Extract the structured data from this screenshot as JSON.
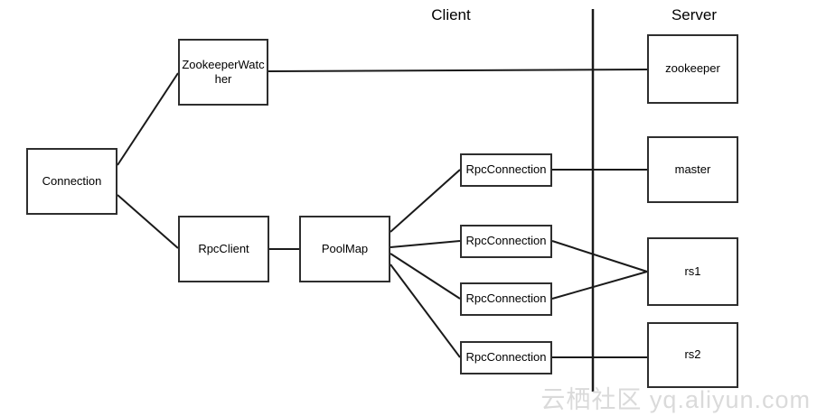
{
  "section_labels": {
    "client": "Client",
    "server": "Server"
  },
  "nodes": {
    "connection": {
      "label": "Connection"
    },
    "zookeeper_watcher": {
      "label": "ZookeeperWatcher"
    },
    "rpc_client": {
      "label": "RpcClient"
    },
    "pool_map": {
      "label": "PoolMap"
    },
    "rpc_connection_1": {
      "label": "RpcConnection"
    },
    "rpc_connection_2": {
      "label": "RpcConnection"
    },
    "rpc_connection_3": {
      "label": "RpcConnection"
    },
    "rpc_connection_4": {
      "label": "RpcConnection"
    },
    "zookeeper": {
      "label": "zookeeper"
    },
    "master": {
      "label": "master"
    },
    "rs1": {
      "label": "rs1"
    },
    "rs2": {
      "label": "rs2"
    }
  },
  "edges": [
    {
      "from": "connection",
      "to": "zookeeper_watcher"
    },
    {
      "from": "connection",
      "to": "rpc_client"
    },
    {
      "from": "zookeeper_watcher",
      "to": "zookeeper"
    },
    {
      "from": "rpc_client",
      "to": "pool_map"
    },
    {
      "from": "pool_map",
      "to": "rpc_connection_1"
    },
    {
      "from": "pool_map",
      "to": "rpc_connection_2"
    },
    {
      "from": "pool_map",
      "to": "rpc_connection_3"
    },
    {
      "from": "pool_map",
      "to": "rpc_connection_4"
    },
    {
      "from": "rpc_connection_1",
      "to": "master"
    },
    {
      "from": "rpc_connection_2",
      "to": "rs1"
    },
    {
      "from": "rpc_connection_3",
      "to": "rs1"
    },
    {
      "from": "rpc_connection_4",
      "to": "rs2"
    }
  ],
  "watermark": {
    "text": "云栖社区 yq.aliyun.com"
  },
  "colors": {
    "stroke": "#1a1a1a",
    "node_border": "#2e2e2e",
    "text": "#000000",
    "watermark": "#dadada",
    "background": "#ffffff"
  }
}
